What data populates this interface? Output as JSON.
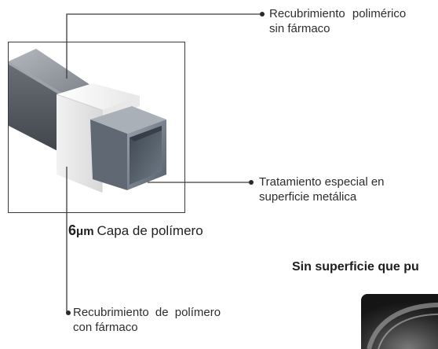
{
  "labels": {
    "top": {
      "line1": "Recubrimiento polimérico",
      "line2": "sin fármaco"
    },
    "middle": {
      "line1": "Tratamiento especial en",
      "line2": "superficie metálica"
    },
    "bottom": {
      "line1": "Recubrimiento de polímero",
      "line2": "con fármaco"
    }
  },
  "thickness": {
    "value": "6",
    "unit": "μm",
    "text": "Capa de polímero"
  },
  "heading": "Sin superficie que pu",
  "colors": {
    "metal_dark": "#5e6268",
    "metal_light": "#9aa0a8",
    "polymer": "#f4f4f4",
    "lines": "#3a3a3a"
  }
}
